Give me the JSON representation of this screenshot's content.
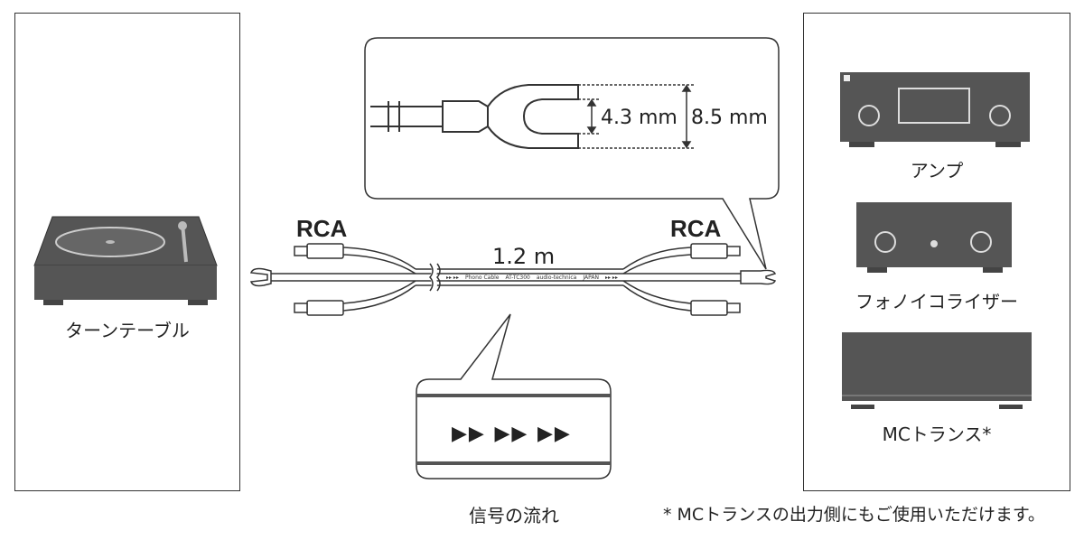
{
  "labels": {
    "turntable": "ターンテーブル",
    "amp": "アンプ",
    "phono_equalizer": "フォノイコライザー",
    "mc_transformer": "MCトランス*",
    "rca_left": "RCA",
    "rca_right": "RCA",
    "cable_length": "1.2 m",
    "inner_width": "4.3 mm",
    "outer_width": "8.5 mm",
    "signal_flow": "信号の流れ",
    "footnote": "* MCトランスの出力側にもご使用いただけます。",
    "signal_arrows": "▶▶ ▶▶ ▶▶"
  },
  "cable_print": {
    "arrows_left": "▸▸ ▸▸",
    "name": "Phono Cable",
    "model": "AT-TC300",
    "brand": "audio-technica",
    "origin": "JAPAN",
    "arrows_right": "▸▸ ▸▸"
  }
}
